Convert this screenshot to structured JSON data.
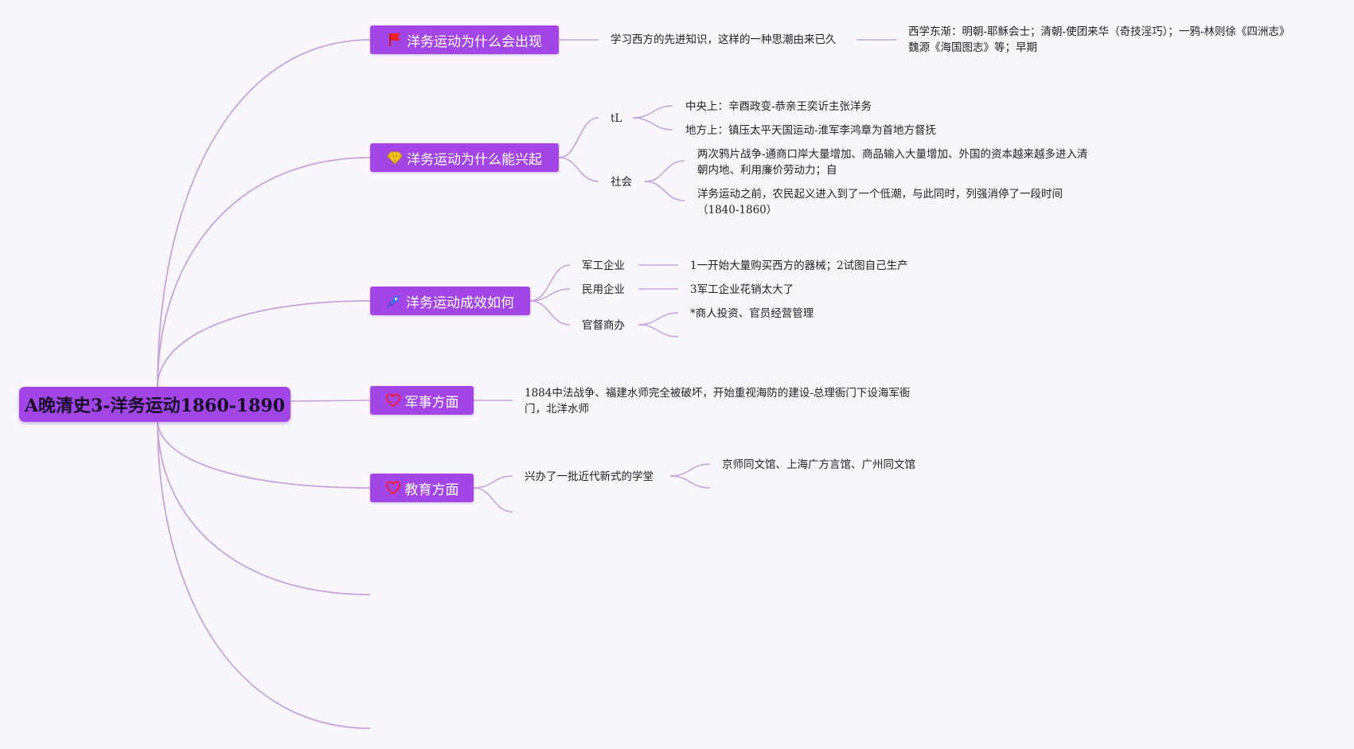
{
  "root": {
    "title": "A晚清史3-洋务运动1860-1890"
  },
  "colors": {
    "node": "#a246e7",
    "edge": "#c7a3de",
    "background": "#faf6fd"
  },
  "branches": [
    {
      "title": "洋务运动为什么会出现",
      "icon": "red-flag-icon",
      "children": [
        {
          "text": "学习西方的先进知识，这样的一种思潮由来已久",
          "children": [
            {
              "text": "西学东渐：明朝-耶稣会士；清朝-使团来华（奇技淫巧）；一鸦-林则徐《四洲志》魏源《海国图志》等；早期"
            }
          ]
        }
      ]
    },
    {
      "title": "洋务运动为什么能兴起",
      "icon": "diamond-icon",
      "children": [
        {
          "text": "tL",
          "children": [
            {
              "text": "中央上：辛酉政变-恭亲王奕䜣主张洋务"
            },
            {
              "text": "地方上：镇压太平天国运动-淮军李鸿章为首地方督抚"
            }
          ]
        },
        {
          "text": "社会",
          "children": [
            {
              "text": "两次鸦片战争-通商口岸大量增加、商品输入大量增加、外国的资本越来越多进入清朝内地、利用廉价劳动力；自"
            },
            {
              "text": "洋务运动之前，农民起义进入到了一个低潮，与此同时，列强消停了一段时间（1840-1860）"
            }
          ]
        }
      ]
    },
    {
      "title": "洋务运动成效如何",
      "icon": "rocket-icon",
      "children": [
        {
          "text": "军工企业",
          "children": [
            {
              "text": "1一开始大量购买西方的器械；2试图自己生产"
            }
          ]
        },
        {
          "text": "民用企业",
          "children": [
            {
              "text": "3军工企业花销太大了"
            }
          ]
        },
        {
          "text": "官督商办",
          "children": [
            {
              "text": "*商人投资、官员经营管理"
            },
            {
              "text": ""
            }
          ]
        }
      ]
    },
    {
      "title": "军事方面",
      "icon": "heart-icon",
      "children": [
        {
          "text": "1884中法战争、福建水师完全被破坏，开始重视海防的建设-总理衙门下设海军衙门，北洋水师"
        }
      ]
    },
    {
      "title": "教育方面",
      "icon": "heart-icon",
      "children": [
        {
          "text": "兴办了一批近代新式的学堂",
          "children": [
            {
              "text": "京师同文馆、上海广方言馆、广州同文馆"
            },
            {
              "text": ""
            }
          ]
        },
        {
          "text": ""
        }
      ]
    },
    {
      "title": "",
      "children": []
    },
    {
      "title": "",
      "children": []
    }
  ]
}
